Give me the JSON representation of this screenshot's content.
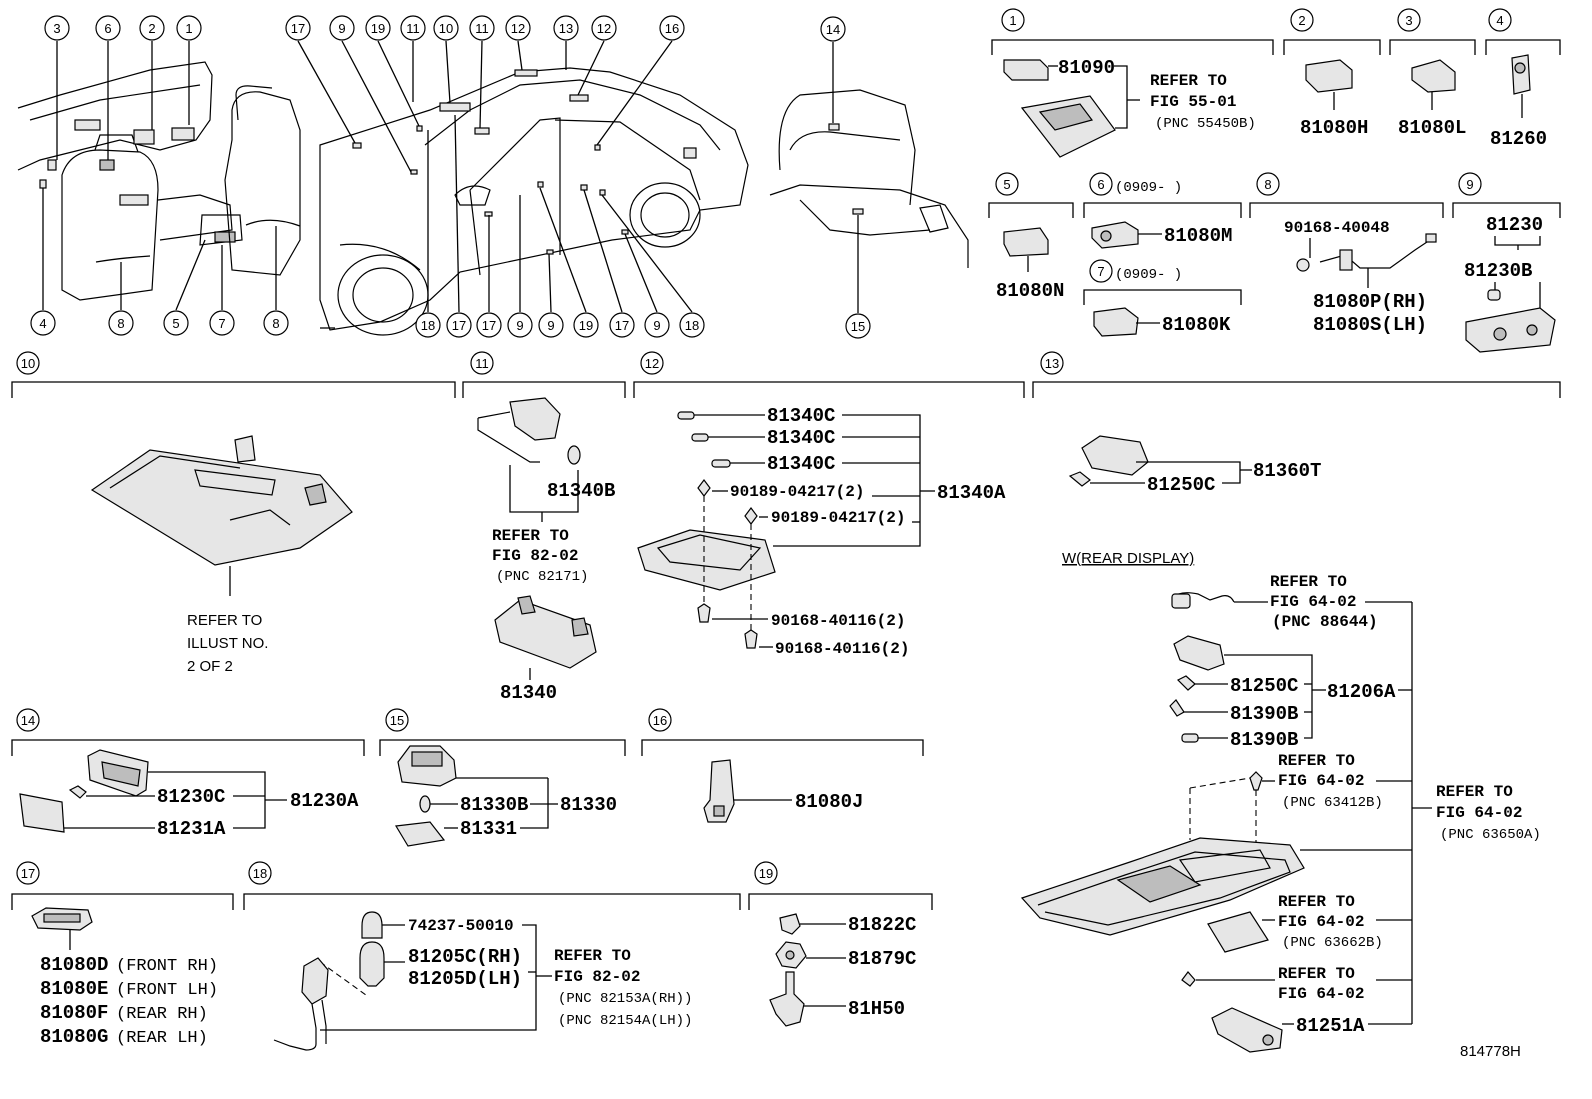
{
  "callouts_top": [
    "3",
    "6",
    "2",
    "1",
    "4",
    "8",
    "5",
    "7",
    "8",
    "17",
    "9",
    "19",
    "11",
    "10",
    "11",
    "12",
    "13",
    "12",
    "16",
    "18",
    "17",
    "17",
    "9",
    "9",
    "19",
    "17",
    "9",
    "18",
    "14",
    "15"
  ],
  "sections": {
    "s1": {
      "num": "1",
      "parts": [
        "81090"
      ],
      "ref": [
        "REFER TO",
        "FIG 55-01",
        "(PNC 55450B)"
      ]
    },
    "s2": {
      "num": "2",
      "parts": [
        "81080H"
      ]
    },
    "s3": {
      "num": "3",
      "parts": [
        "81080L"
      ]
    },
    "s4": {
      "num": "4",
      "parts": [
        "81260"
      ]
    },
    "s5": {
      "num": "5",
      "parts": [
        "81080N"
      ]
    },
    "s6": {
      "num": "6",
      "date": "(0909-     )",
      "parts": [
        "81080M"
      ]
    },
    "s7": {
      "num": "7",
      "date": "(0909-     )",
      "parts": [
        "81080K"
      ]
    },
    "s8": {
      "num": "8",
      "parts": [
        "90168-40048",
        "81080P(RH)",
        "81080S(LH)"
      ]
    },
    "s9": {
      "num": "9",
      "parts": [
        "81230",
        "81230B"
      ]
    },
    "s10": {
      "num": "10",
      "ref": [
        "REFER TO",
        "ILLUST NO.",
        "2 OF 2"
      ]
    },
    "s11": {
      "num": "11",
      "parts": [
        "81340B",
        "81340"
      ],
      "ref": [
        "REFER TO",
        "FIG 82-02",
        "(PNC 82171)"
      ]
    },
    "s12": {
      "num": "12",
      "parts": [
        "81340C",
        "81340C",
        "81340C",
        "81340A",
        "90189-04217(2)",
        "90189-04217(2)",
        "90168-40116(2)",
        "90168-40116(2)"
      ]
    },
    "s13": {
      "num": "13",
      "parts": [
        "81250C",
        "81360T"
      ],
      "rear_title": "W(REAR DISPLAY)",
      "rear_parts": [
        "81250C",
        "81206A",
        "81390B",
        "81390B",
        "81251A"
      ],
      "ref1": [
        "REFER TO",
        "FIG 64-02",
        "(PNC 88644)"
      ],
      "ref2": [
        "REFER TO",
        "FIG 64-02",
        "(PNC 63412B)"
      ],
      "ref3": [
        "REFER TO",
        "FIG 64-02",
        "(PNC 63650A)"
      ],
      "ref4": [
        "REFER TO",
        "FIG 64-02",
        "(PNC 63662B)"
      ],
      "ref5": [
        "REFER TO",
        "FIG 64-02"
      ]
    },
    "s14": {
      "num": "14",
      "parts": [
        "81230C",
        "81230A",
        "81231A"
      ]
    },
    "s15": {
      "num": "15",
      "parts": [
        "81330B",
        "81330",
        "81331"
      ]
    },
    "s16": {
      "num": "16",
      "parts": [
        "81080J"
      ]
    },
    "s17": {
      "num": "17",
      "parts": [
        "81080D",
        "81080E",
        "81080F",
        "81080G"
      ],
      "notes": [
        "(FRONT RH)",
        "(FRONT LH)",
        "(REAR RH)",
        "(REAR LH)"
      ]
    },
    "s18": {
      "num": "18",
      "parts": [
        "74237-50010",
        "81205C(RH)",
        "81205D(LH)"
      ],
      "ref": [
        "REFER TO",
        "FIG 82-02",
        "(PNC 82153A(RH))",
        "(PNC 82154A(LH))"
      ]
    },
    "s19": {
      "num": "19",
      "parts": [
        "81822C",
        "81879C",
        "81H50"
      ]
    }
  },
  "figure_id": "814778H"
}
